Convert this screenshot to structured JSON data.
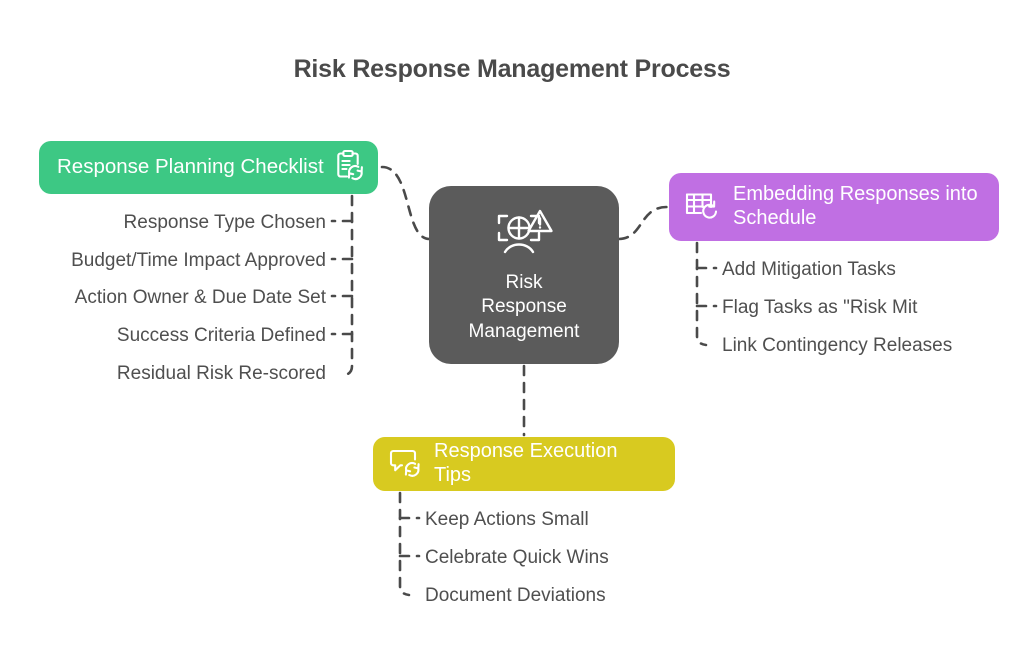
{
  "title": "Risk Response Management Process",
  "colors": {
    "background": "#ffffff",
    "title_text": "#4a4a4a",
    "leaf_text": "#4f4f4f",
    "connector": "#4a4a4a",
    "green": "#3dc884",
    "purple": "#c06fe3",
    "yellow": "#d8ca20",
    "center_gray": "#5b5b5b",
    "node_text": "#ffffff"
  },
  "center": {
    "label": "Risk\nResponse\nManagement",
    "icon": "risk-scan-warning-icon"
  },
  "branches": [
    {
      "id": "response-planning-checklist",
      "label": "Response Planning Checklist",
      "icon": "clipboard-refresh-icon",
      "icon_side": "right",
      "color": "#3dc884",
      "position": "left",
      "items": [
        "Response Type Chosen",
        "Budget/Time Impact Approved",
        "Action Owner & Due Date Set",
        "Success Criteria Defined",
        "Residual Risk Re-scored"
      ]
    },
    {
      "id": "embedding-responses-into-schedule",
      "label": "Embedding Responses into\nSchedule",
      "icon": "table-refresh-icon",
      "icon_side": "left",
      "color": "#c06fe3",
      "position": "right",
      "items": [
        "Add Mitigation Tasks",
        "Flag Tasks as \"Risk Mit",
        "Link Contingency Releases"
      ]
    },
    {
      "id": "response-execution-tips",
      "label": "Response Execution Tips",
      "icon": "chat-refresh-icon",
      "icon_side": "left",
      "color": "#d8ca20",
      "position": "bottom",
      "items": [
        "Keep Actions Small",
        "Celebrate Quick Wins",
        "Document Deviations"
      ]
    }
  ]
}
